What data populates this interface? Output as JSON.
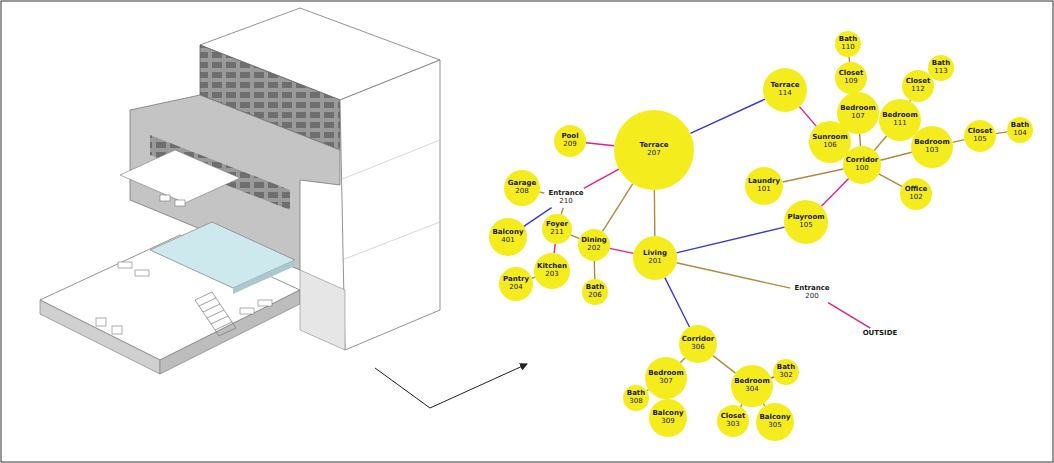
{
  "diagram": {
    "nodes": [
      {
        "text": [
          "Bath",
          "110"
        ]
      },
      {
        "text": [
          "Closet",
          "109"
        ]
      },
      {
        "text": [
          "Bath",
          "113"
        ]
      },
      {
        "text": [
          "Closet",
          "112"
        ]
      },
      {
        "text": [
          "Terrace",
          "114"
        ]
      },
      {
        "text": [
          "Bedroom",
          "107"
        ]
      },
      {
        "text": [
          "Bedroom",
          "111"
        ]
      },
      {
        "text": [
          "Bath",
          "104"
        ]
      },
      {
        "text": [
          "Closet",
          "105"
        ]
      },
      {
        "text": [
          "Bedroom",
          "103"
        ]
      },
      {
        "text": [
          "Pool",
          "209"
        ]
      },
      {
        "text": [
          "Terrace",
          "207"
        ]
      },
      {
        "text": [
          "Sunroom",
          "106"
        ]
      },
      {
        "text": [
          "Corridor",
          "100"
        ]
      },
      {
        "text": [
          "Laundry",
          "101"
        ]
      },
      {
        "text": [
          "Garage",
          "208"
        ]
      },
      {
        "text": [
          "Office",
          "102"
        ]
      },
      {
        "text": [
          "Entrance",
          "210"
        ]
      },
      {
        "text": [
          "Playroom",
          "105"
        ]
      },
      {
        "text": [
          "Balcony",
          "401"
        ]
      },
      {
        "text": [
          "Foyer",
          "211"
        ]
      },
      {
        "text": [
          "Dining",
          "202"
        ]
      },
      {
        "text": [
          "Living",
          "201"
        ]
      },
      {
        "text": [
          "Kitchen",
          "203"
        ]
      },
      {
        "text": [
          "Pantry",
          "204"
        ]
      },
      {
        "text": [
          "Bath",
          "206"
        ]
      },
      {
        "text": [
          "Entrance",
          "200"
        ]
      },
      {
        "text": [
          "OUTSIDE"
        ]
      },
      {
        "text": [
          "Corridor",
          "306"
        ]
      },
      {
        "text": [
          "Bedroom",
          "307"
        ]
      },
      {
        "text": [
          "Bedroom",
          "304"
        ]
      },
      {
        "text": [
          "Bath",
          "302"
        ]
      },
      {
        "text": [
          "Bath",
          "308"
        ]
      },
      {
        "text": [
          "Balcony",
          "309"
        ]
      },
      {
        "text": [
          "Closet",
          "303"
        ]
      },
      {
        "text": [
          "Balcony",
          "305"
        ]
      }
    ],
    "edges": [
      {
        "from": 0,
        "to": 1,
        "arrow": "none"
      },
      {
        "from": 1,
        "to": 5,
        "arrow": "none"
      },
      {
        "from": 5,
        "to": 13,
        "arrow": "none"
      },
      {
        "from": 2,
        "to": 3,
        "arrow": "none"
      },
      {
        "from": 3,
        "to": 6,
        "arrow": "none"
      },
      {
        "from": 6,
        "to": 13,
        "arrow": "none"
      },
      {
        "from": 7,
        "to": 8,
        "arrow": "none"
      },
      {
        "from": 8,
        "to": 9,
        "arrow": "none"
      },
      {
        "from": 9,
        "to": 13,
        "arrow": "none"
      },
      {
        "from": 12,
        "to": 13,
        "arrow": "none"
      },
      {
        "from": 14,
        "to": 13,
        "arrow": "none"
      },
      {
        "from": 13,
        "to": 16,
        "arrow": "none"
      },
      {
        "from": 13,
        "to": 18,
        "arrow": "none"
      },
      {
        "from": 4,
        "to": 12,
        "arrow": "none"
      },
      {
        "from": 11,
        "to": 4,
        "arrow": "none"
      },
      {
        "from": 18,
        "to": 22,
        "arrow": "none"
      },
      {
        "from": 11,
        "to": 22,
        "arrow": "none"
      },
      {
        "from": 11,
        "to": 21,
        "arrow": "none"
      },
      {
        "from": 11,
        "to": 17,
        "arrow": "none"
      },
      {
        "from": 10,
        "to": 11,
        "arrow": "none"
      },
      {
        "from": 15,
        "to": 17,
        "arrow": "none"
      },
      {
        "from": 19,
        "to": 17,
        "arrow": "none"
      },
      {
        "from": 17,
        "to": 20,
        "arrow": "none"
      },
      {
        "from": 20,
        "to": 21,
        "arrow": "none"
      },
      {
        "from": 20,
        "to": 23,
        "arrow": "none"
      },
      {
        "from": 23,
        "to": 24,
        "arrow": "none"
      },
      {
        "from": 21,
        "to": 25,
        "arrow": "none"
      },
      {
        "from": 21,
        "to": 22,
        "arrow": "none"
      },
      {
        "from": 22,
        "to": 26,
        "arrow": "none"
      },
      {
        "from": 26,
        "to": 27,
        "arrow": "none"
      },
      {
        "from": 22,
        "to": 28,
        "arrow": "none"
      },
      {
        "from": 28,
        "to": 29,
        "arrow": "none"
      },
      {
        "from": 29,
        "to": 32,
        "arrow": "none"
      },
      {
        "from": 29,
        "to": 33,
        "arrow": "none"
      },
      {
        "from": 28,
        "to": 30,
        "arrow": "none"
      },
      {
        "from": 30,
        "to": 31,
        "arrow": "none"
      },
      {
        "from": 30,
        "to": 34,
        "arrow": "none"
      },
      {
        "from": 30,
        "to": 35,
        "arrow": "none"
      }
    ]
  }
}
